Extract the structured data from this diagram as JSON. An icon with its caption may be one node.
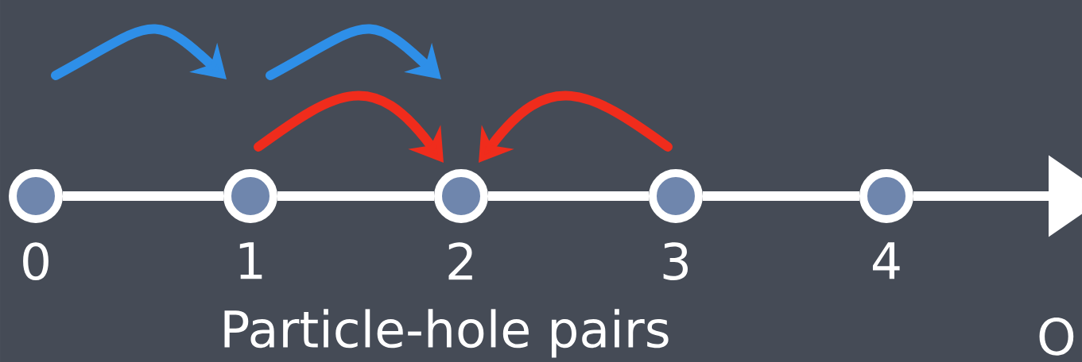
{
  "diagram": {
    "nodes": [
      {
        "text": [],
        "shape": "circle",
        "beside": [
          "0"
        ]
      },
      {
        "text": [],
        "shape": "circle",
        "beside": [
          "1"
        ]
      },
      {
        "text": [],
        "shape": "circle",
        "beside": [
          "2"
        ]
      },
      {
        "text": [],
        "shape": "circle",
        "beside": [
          "3"
        ]
      },
      {
        "text": [],
        "shape": "circle",
        "beside": [
          "4"
        ]
      }
    ],
    "edges": [
      {
        "from": 0,
        "to": 1,
        "arrow": "none"
      },
      {
        "from": 1,
        "to": 2,
        "arrow": "none"
      },
      {
        "from": 2,
        "to": 3,
        "arrow": "none"
      },
      {
        "from": 3,
        "to": 4,
        "arrow": "none"
      },
      {
        "from": 4,
        "to": null,
        "arrow": "to"
      },
      {
        "from": 1,
        "to": 2,
        "arrow": "to",
        "color": "#f02c1c"
      },
      {
        "from": 3,
        "to": 2,
        "arrow": "to",
        "color": "#f02c1c"
      }
    ],
    "labels": [
      "Particle-hole pairs",
      "O"
    ]
  }
}
